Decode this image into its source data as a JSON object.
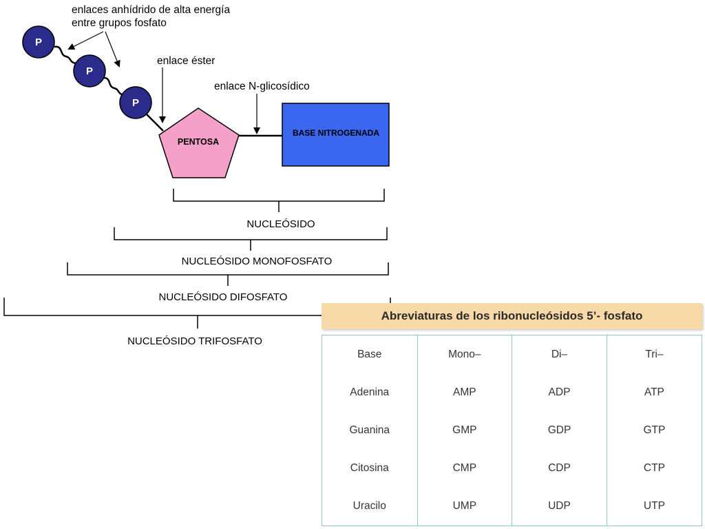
{
  "labels": {
    "anhydride_line1": "enlaces anhídrido de alta energía",
    "anhydride_line2": "entre grupos fosfato",
    "ester": "enlace éster",
    "glycosidic": "enlace N-glicosídico",
    "phosphate": "P",
    "pentose": "PENTOSA",
    "base": "BASE NITROGENADA"
  },
  "brackets": {
    "nucleoside": "NUCLEÓSIDO",
    "monophosphate": "NUCLEÓSIDO MONOFOSFATO",
    "diphosphate": "NUCLEÓSIDO DIFOSFATO",
    "triphosphate": "NUCLEÓSIDO TRIFOSFATO"
  },
  "table": {
    "title": "Abreviaturas de los ribonucleósidos 5’- fosfato",
    "header": [
      "Base",
      "Mono–",
      "Di–",
      "Tri–"
    ],
    "rows": [
      [
        "Adenina",
        "AMP",
        "ADP",
        "ATP"
      ],
      [
        "Guanina",
        "GMP",
        "GDP",
        "GTP"
      ],
      [
        "Citosina",
        "CMP",
        "CDP",
        "CTP"
      ],
      [
        "Uracilo",
        "UMP",
        "UDP",
        "UTP"
      ]
    ]
  },
  "colors": {
    "phosphate": "#2b2b8c",
    "pentose": "#f4a0c8",
    "base": "#3a66f0",
    "header_bg": "#f7d9a8",
    "table_border": "#8fcba6"
  }
}
